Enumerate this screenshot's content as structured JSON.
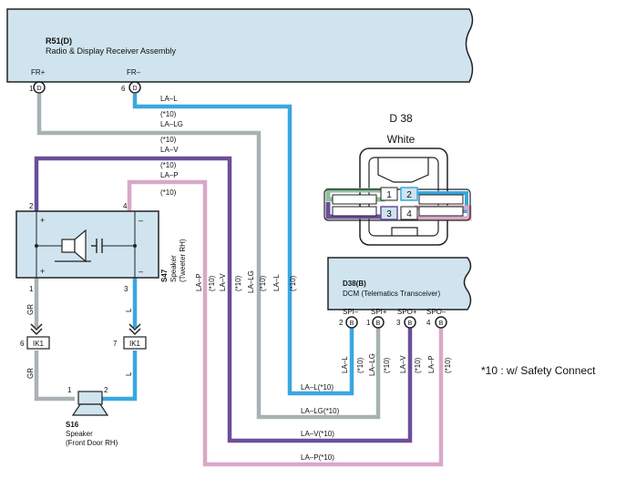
{
  "colors": {
    "blue": "#3aa7e0",
    "gray": "#a8b2b4",
    "purple": "#6b4f9a",
    "pink": "#d9a8c8",
    "component_fill": "#cfe4ef",
    "green": "#8fbfa0",
    "outline": "#222222"
  },
  "receiver": {
    "code": "R51(D)",
    "name": "Radio & Display Receiver Assembly",
    "pin_fr_plus_label": "FR+",
    "pin_fr_minus_label": "FR–",
    "pin_fr_plus_num": "1",
    "pin_fr_minus_num": "6",
    "connector_letter": "D"
  },
  "d38_connector": {
    "title": "D 38",
    "color_name": "White",
    "pins": [
      "1",
      "2",
      "3",
      "4"
    ]
  },
  "dcm": {
    "code": "D38(B)",
    "name": "DCM (Telematics Transceiver)",
    "connector_letter": "B",
    "pins": [
      {
        "num": "2",
        "name": "SPI–"
      },
      {
        "num": "1",
        "name": "SPI+"
      },
      {
        "num": "3",
        "name": "SPO+"
      },
      {
        "num": "4",
        "name": "SPO–"
      }
    ],
    "wire_labels": [
      "LA–L",
      "LA–LG",
      "LA–V",
      "LA–P"
    ],
    "wire_notes": [
      "(*10)",
      "(*10)",
      "(*10)",
      "(*10)"
    ]
  },
  "tweeter": {
    "code": "S47",
    "name": "Speaker",
    "location": "(Tweeter RH)",
    "pin_left": "2",
    "pin_right": "4",
    "pin_bottom_left": "1",
    "pin_bottom_right": "3",
    "plus": "+",
    "minus": "–"
  },
  "door_speaker": {
    "code": "S16",
    "name": "Speaker",
    "location": "(Front Door RH)",
    "pin_left": "1",
    "pin_right": "2"
  },
  "junctions": [
    {
      "num": "6",
      "name": "IK1"
    },
    {
      "num": "7",
      "name": "IK1"
    }
  ],
  "wire_labels": {
    "gr": "GR",
    "l": "L",
    "la_l": "LA–L",
    "la_lg": "LA–LG",
    "la_v": "LA–V",
    "la_p": "LA–P",
    "note": "(*10)",
    "la_l_bottom": "LA–L(*10)",
    "la_lg_bottom": "LA–LG(*10)",
    "la_v_bottom": "LA–V(*10)",
    "la_p_bottom": "LA–P(*10)"
  },
  "footnote": "*10 : w/ Safety Connect"
}
